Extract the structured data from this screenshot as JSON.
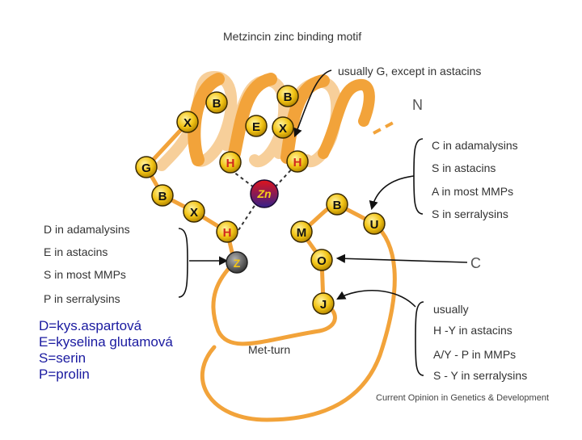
{
  "title": "Metzincin zinc binding motif",
  "annotations": {
    "top_note": "usually G, except in astacins",
    "n_terminus": "N",
    "c_terminus": "C",
    "met_turn": "Met-turn",
    "credit": "Current Opinion in Genetics & Development"
  },
  "residues": {
    "x1": "X",
    "b1": "B",
    "b2": "B",
    "e": "E",
    "x2": "X",
    "g": "G",
    "h1": "H",
    "h2": "H",
    "zn": "Zn",
    "b3": "B",
    "x3": "X",
    "b4": "B",
    "u": "U",
    "h3": "H",
    "m": "M",
    "z": "Z",
    "o": "O",
    "j": "J"
  },
  "left_list": [
    "D in adamalysins",
    "E in astacins",
    "S in most MMPs",
    "P in serralysins"
  ],
  "right_list_top": [
    "C in adamalysins",
    "S in astacins",
    "A  in most MMPs",
    "S in serralysins"
  ],
  "right_list_bottom": [
    "usually",
    "H -Y in astacins",
    "A/Y - P in MMPs",
    "S - Y in serralysins"
  ],
  "czech_notes": [
    "D=kys.aspartová",
    "E=kyselina glutamová",
    "S=serin",
    "P=prolin"
  ],
  "colors": {
    "ribbon": "#f2a33a",
    "ribbon_light": "#f7cf9a",
    "residue": "#f2c416",
    "residue_border": "#3a2a00",
    "histidine_text": "#d2261c",
    "zinc_top": "#d8141c",
    "zinc_bottom": "#3a1e86",
    "z_ball": "#5a5a5a",
    "czech_text": "#1a1aa0"
  }
}
